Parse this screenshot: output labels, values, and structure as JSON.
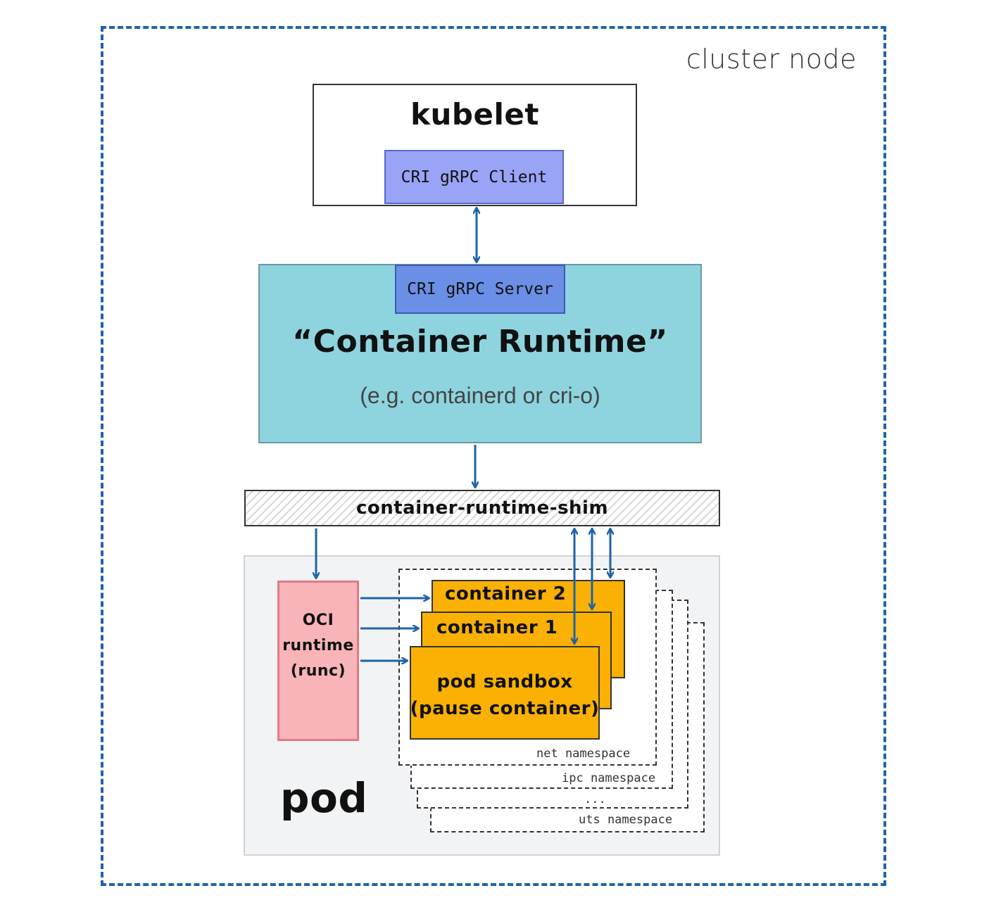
{
  "cluster": {
    "label": "cluster node"
  },
  "kubelet": {
    "title": "kubelet",
    "client": "CRI gRPC Client"
  },
  "runtime": {
    "server": "CRI gRPC Server",
    "title": "“Container Runtime”",
    "subtitle": "(e.g. containerd or cri-o)"
  },
  "shim": {
    "label": "container-runtime-shim"
  },
  "pod": {
    "label": "pod",
    "oci_runtime": [
      "OCI",
      "runtime",
      "(runc)"
    ],
    "containers": {
      "container_2": "container 2",
      "container_1": "container 1",
      "sandbox": [
        "pod sandbox",
        "(pause container)"
      ]
    },
    "namespaces": {
      "net": "net namespace",
      "ipc": "ipc namespace",
      "more": "...",
      "uts": "uts namespace"
    }
  },
  "colors": {
    "border_dashed": "#1e63a8",
    "cri_client": "#99a4f6",
    "cri_server": "#6b8fe6",
    "runtime": "#8dd4df",
    "container": "#fbb103",
    "oci": "#f8b4b8",
    "pod_bg": "#f1f3f5",
    "arrow": "#1e63a8"
  }
}
